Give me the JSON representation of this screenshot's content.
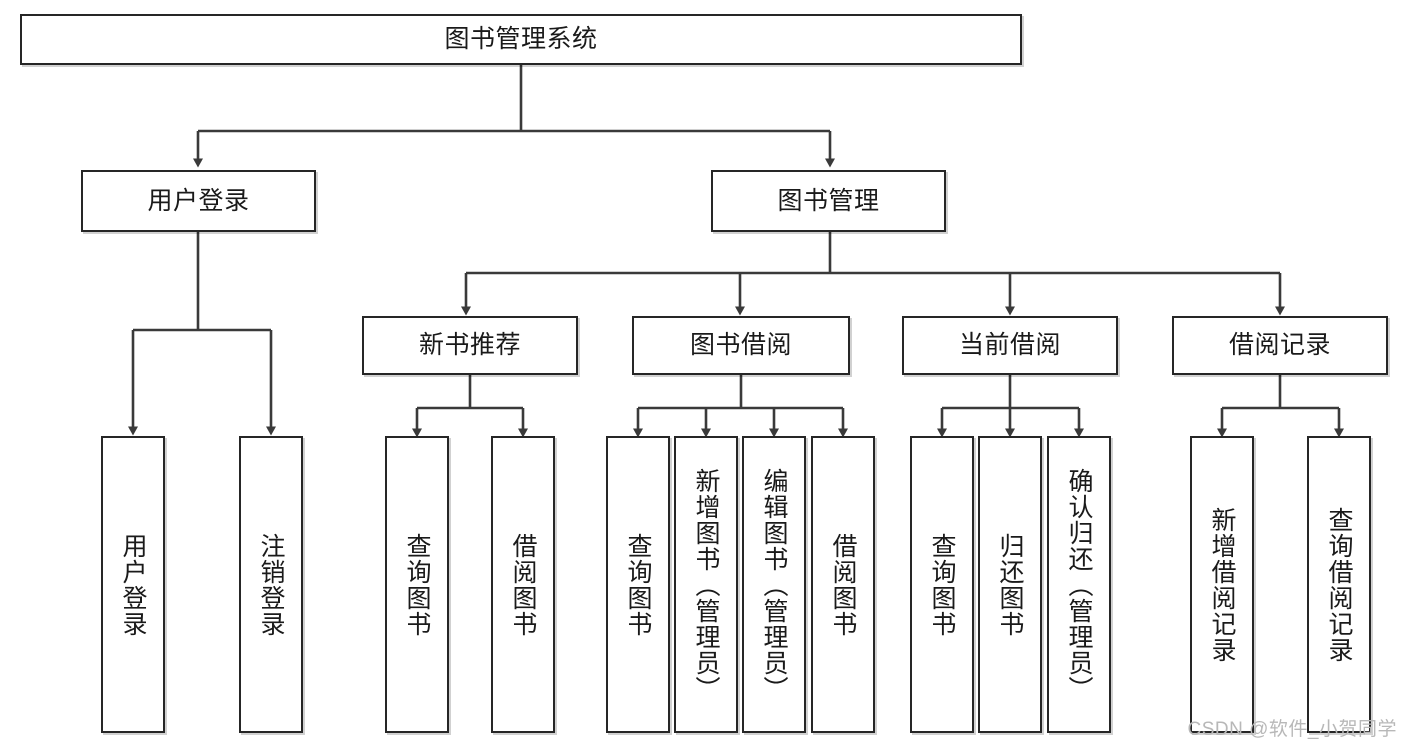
{
  "diagram": {
    "title": "图书管理系统",
    "type": "tree",
    "root": {
      "label": "图书管理系统"
    },
    "level2": [
      {
        "label": "用户登录"
      },
      {
        "label": "图书管理"
      }
    ],
    "level3": [
      {
        "label": "新书推荐"
      },
      {
        "label": "图书借阅"
      },
      {
        "label": "当前借阅"
      },
      {
        "label": "借阅记录"
      }
    ],
    "leaves": {
      "user_login": [
        {
          "label": "用户登录"
        },
        {
          "label": "注销登录"
        }
      ],
      "new_book_recommend": [
        {
          "label": "查询图书"
        },
        {
          "label": "借阅图书"
        }
      ],
      "book_borrow": [
        {
          "label": "查询图书"
        },
        {
          "label": "新增图书（管理员）"
        },
        {
          "label": "编辑图书（管理员）"
        },
        {
          "label": "借阅图书"
        }
      ],
      "current_borrow": [
        {
          "label": "查询图书"
        },
        {
          "label": "归还图书"
        },
        {
          "label": "确认归还（管理员）"
        }
      ],
      "borrow_record": [
        {
          "label": "新增借阅记录"
        },
        {
          "label": "查询借阅记录"
        }
      ]
    }
  },
  "watermark": {
    "text": "CSDN @软件_小贺同学"
  },
  "colors": {
    "border": "#262626",
    "background": "#ffffff",
    "text": "#1a1a1a",
    "watermark": "#b8b8b8"
  }
}
